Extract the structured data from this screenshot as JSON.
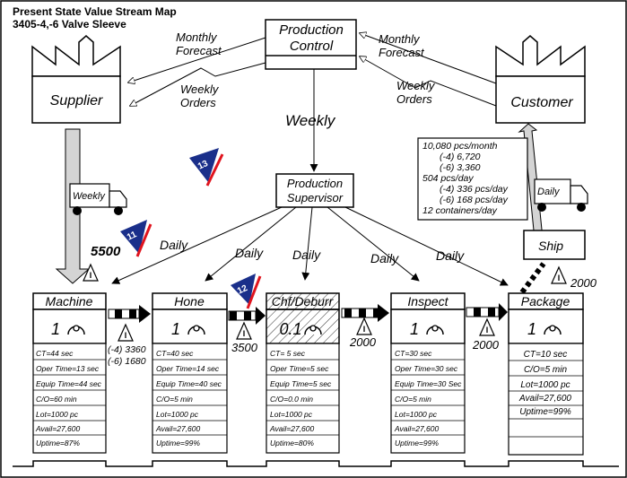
{
  "header": {
    "title": "Present State Value Stream Map",
    "subtitle": "3405-4,-6 Valve Sleeve"
  },
  "entities": {
    "supplier": "Supplier",
    "customer": "Customer",
    "production_control": [
      "Production",
      "Control"
    ],
    "production_supervisor": [
      "Production",
      "Supervisor"
    ],
    "ship": "Ship"
  },
  "flows": {
    "monthly_forecast_left": [
      "Monthly",
      "Forecast"
    ],
    "weekly_orders_left": [
      "Weekly",
      "Orders"
    ],
    "monthly_forecast_right": [
      "Monthly",
      "Forecast"
    ],
    "weekly_orders_right": [
      "Weekly",
      "Orders"
    ],
    "weekly": "Weekly",
    "daily": "Daily",
    "truck_left": "Weekly",
    "truck_right": "Daily"
  },
  "demand": [
    "10,080 pcs/month",
    "(-4) 6,720",
    "(-6) 3,360",
    "504 pcs/day",
    "(-4) 336 pcs/day",
    "(-6) 168 pcs/day",
    "12 containers/day"
  ],
  "kaizen_bursts": [
    "13",
    "11",
    "12"
  ],
  "inventory": {
    "raw": "5500",
    "machine_hone": [
      "(-4) 3360",
      "(-6) 1680"
    ],
    "hone_chf": "3500",
    "chf_inspect": "2000",
    "inspect_package": "2000",
    "ship": "2000"
  },
  "processes": [
    {
      "name": "Machine",
      "operators": "1",
      "data": [
        "CT=44 sec",
        "Oper Time=13 sec",
        "Equip Time=44 sec",
        "C/O=60 min",
        "Lot=1000 pc",
        "Avail=27,600",
        "Uptime=87%"
      ]
    },
    {
      "name": "Hone",
      "operators": "1",
      "data": [
        "CT=40 sec",
        "Oper Time=14 sec",
        "Equip Time=40 sec",
        "C/O=5 min",
        "Lot=1000 pc",
        "Avail=27,600",
        "Uptime=99%"
      ]
    },
    {
      "name": "Chf/Deburr",
      "operators": "0.1",
      "data": [
        "CT= 5 sec",
        "Oper Time=5 sec",
        "Equip Time=5 sec",
        "C/O=0.0 min",
        "Lot=1000 pc",
        "Avail=27,600",
        "Uptime=80%"
      ]
    },
    {
      "name": "Inspect",
      "operators": "1",
      "data": [
        "CT=30 sec",
        "Oper Time=30 sec",
        "Equip Time=30 Sec",
        "C/O=5 min",
        "Lot=1000 pc",
        "Avail=27,600",
        "Uptime=99%"
      ]
    },
    {
      "name": "Package",
      "operators": "1",
      "data": [
        "CT=10 sec",
        "C/O=5 min",
        "Lot=1000 pc",
        "Avail=27,600",
        "Uptime=99%"
      ]
    }
  ],
  "colors": {
    "kaizen_blue": "#1a2f8a",
    "kaizen_red": "#e0141e",
    "push_arrow": "#000000",
    "hatch": "#000000"
  }
}
